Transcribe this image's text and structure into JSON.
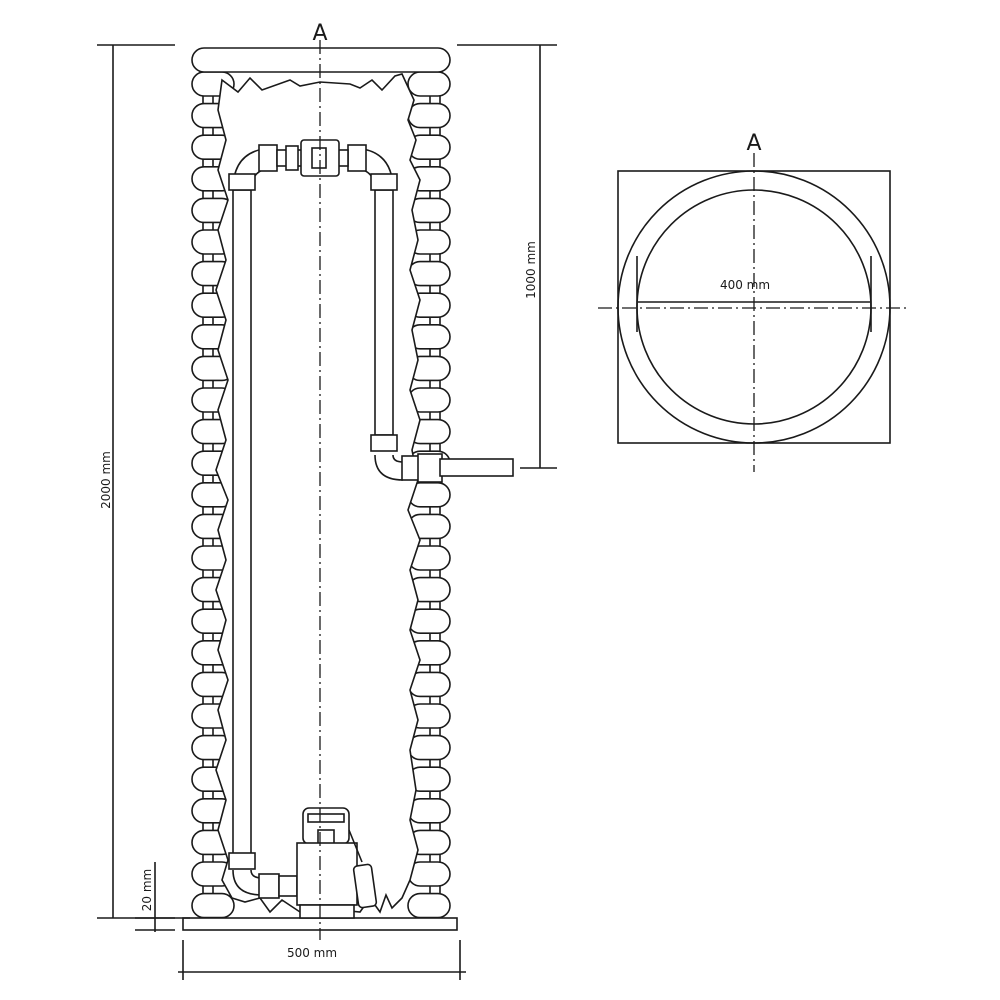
{
  "section_marker_front": "A",
  "section_marker_plan": "A",
  "dimensions": {
    "height_total": "2000 mm",
    "outlet_height": "1000 mm",
    "diameter": "400 mm",
    "base_thickness": "20 mm",
    "base_width": "500 mm"
  }
}
